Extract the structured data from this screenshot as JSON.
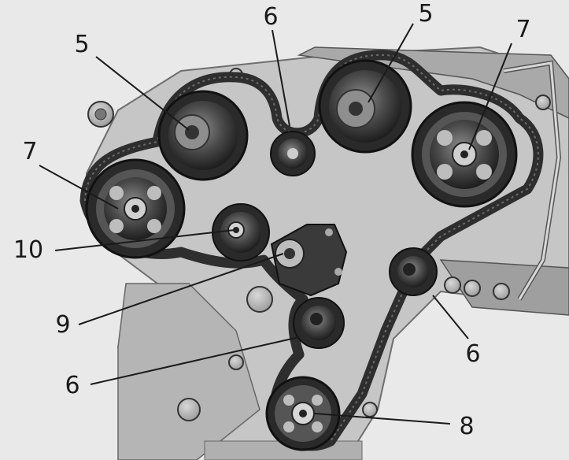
{
  "callouts": [
    {
      "id": "c5a",
      "text": "5"
    },
    {
      "id": "c6a",
      "text": "6"
    },
    {
      "id": "c5b",
      "text": "5"
    },
    {
      "id": "c7a",
      "text": "7"
    },
    {
      "id": "c7b",
      "text": "7"
    },
    {
      "id": "c10",
      "text": "10"
    },
    {
      "id": "c9",
      "text": "9"
    },
    {
      "id": "c6b",
      "text": "6"
    },
    {
      "id": "c6c",
      "text": "6"
    },
    {
      "id": "c8",
      "text": "8"
    }
  ],
  "colors": {
    "background": "#e9e9e9",
    "engine_metal": "#bdbdbd",
    "engine_shadow": "#8a8a8a",
    "belt": "#2e2e2e",
    "pulley_dark": "#2a2a2a",
    "pulley_mid": "#6a6a6a",
    "ink": "#1a1a1a"
  }
}
